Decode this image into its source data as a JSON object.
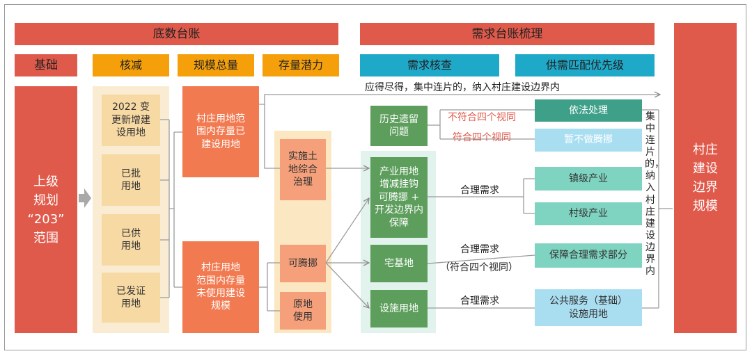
{
  "headers": {
    "ledger": "底数台账",
    "demand": "需求台账梳理",
    "basis": "基础",
    "reduction": "核减",
    "scale": "规模总量",
    "potential": "存量潜力",
    "check": "需求核查",
    "priority": "供需匹配优先级"
  },
  "left": {
    "upper_plan": "上级\n规划\n“203”\n范围"
  },
  "reduction_items": [
    "2022 变\n更新增建\n设用地",
    "已批\n用地",
    "已供\n用地",
    "已发证\n用地"
  ],
  "scale_items": {
    "built": "村庄用地范\n围内存量已\n建设用地",
    "unused": "村庄用地\n范围内存量\n未使用建设\n规模"
  },
  "potential_items": {
    "land_consolidation": "实施土\n地综合\n治理",
    "vacatable": "可腾挪",
    "in_place": "原地\n使用"
  },
  "check_items": {
    "legacy": "历史遗留\n问题",
    "industrial": "产业用地\n增减挂钩\n可腾挪 +\n开发边界内\n保障",
    "homestead": "宅基地",
    "facility": "设施用地"
  },
  "priority_items": {
    "legal": "依法处理",
    "hold": "暂不做腾挪",
    "town_industry": "镇级产业",
    "village_industry": "村级产业",
    "guarantee": "保障合理需求部分",
    "public_service": "公共服务（基础）\n设施用地"
  },
  "labels": {
    "top_arrow": "应得尽得，集中连片的，纳入村庄建设边界内",
    "not_comply": "不符合四个视同",
    "comply": "符合四个视同",
    "reasonable_1": "合理需求",
    "reasonable_2": "合理需求",
    "reasonable_2_sub": "（符合四个视同）",
    "reasonable_3": "合理需求",
    "vertical_note": "集中连片的，纳入村庄建设边界内"
  },
  "right": {
    "result": "村庄\n建设\n边界\n规模"
  },
  "colors": {
    "red": "#e05a4b",
    "orange": "#f5a00a",
    "blue": "#1fa9c9",
    "green": "#5d9e5c",
    "teal_dark": "#3ea089",
    "teal_light": "#7fd4c1",
    "sky": "#a9def1",
    "coral": "#f27a51"
  }
}
